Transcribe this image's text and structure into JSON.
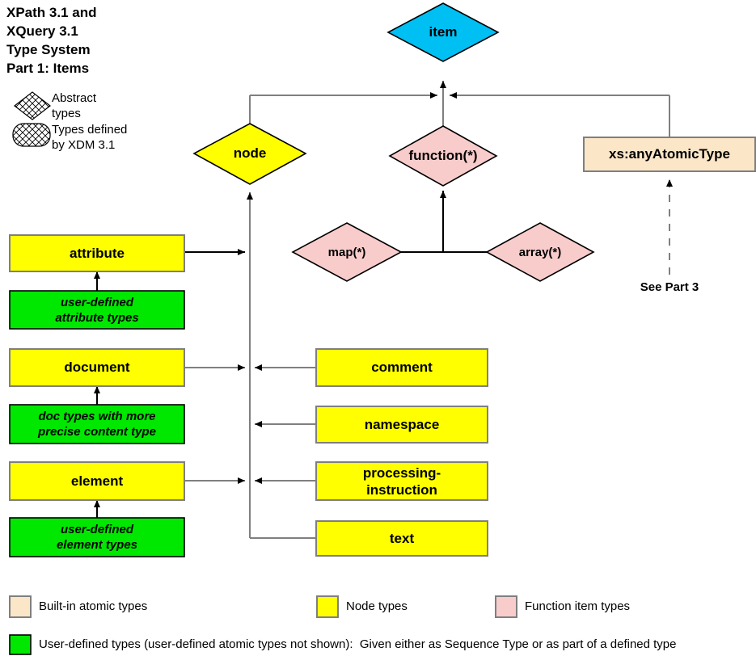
{
  "title": {
    "line1": "XPath 3.1 and",
    "line2": "XQuery 3.1",
    "line3": "Type System",
    "line4": "Part 1: Items"
  },
  "key": {
    "abstract_types": "Abstract\ntypes",
    "xdm_types": "Types defined\nby XDM 3.1"
  },
  "nodes": {
    "item": "item",
    "node": "node",
    "function": "function(*)",
    "any_atomic_type": "xs:anyAtomicType",
    "map": "map(*)",
    "array": "array(*)",
    "attribute": "attribute",
    "user_defined_attribute_types": "user-defined\nattribute types",
    "document": "document",
    "doc_types_precise": "doc types with more\nprecise content type",
    "element": "element",
    "user_defined_element_types": "user-defined\nelement types",
    "comment": "comment",
    "namespace": "namespace",
    "processing_instruction": "processing-\ninstruction",
    "text": "text",
    "see_part_3": "See Part 3"
  },
  "legend": {
    "builtin_atomic": "Built-in atomic types",
    "node_types": "Node types",
    "function_item": "Function item types",
    "user_defined": "User-defined types (user-defined atomic types not shown):  Given either as Sequence Type or as part of a defined type"
  },
  "colors": {
    "item_cyan": "#00BFF3",
    "node_yellow": "#FFFF00",
    "function_pink": "#F9CCCC",
    "atomic_cream": "#FCE6C8",
    "user_green": "#00E800",
    "stroke_gray": "#7F7F7F",
    "stroke_black": "#000000"
  }
}
